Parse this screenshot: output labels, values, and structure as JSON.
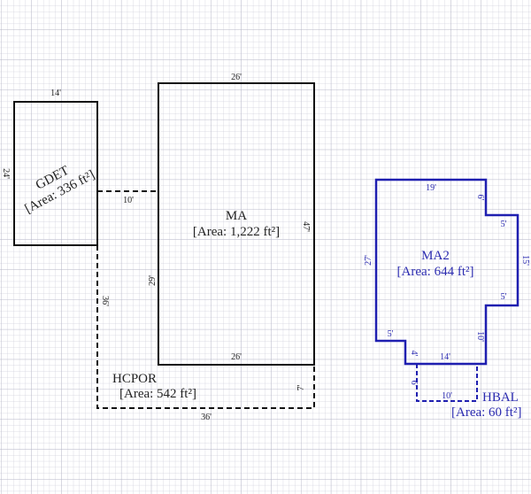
{
  "colors": {
    "main": "#111111",
    "secondary": "#1f1fb0",
    "grid": "#c9c9d6"
  },
  "areas": {
    "gdet": {
      "name": "GDET",
      "area": "[Area: 336 ft²]",
      "dims": {
        "top": "14'",
        "left": "24'",
        "connector": "10'"
      }
    },
    "ma": {
      "name": "MA",
      "area": "[Area: 1,222 ft²]",
      "dims": {
        "top": "26'",
        "right": "47'",
        "left": "29'",
        "bottom": "26'"
      }
    },
    "hcpor": {
      "name": "HCPOR",
      "area": "[Area: 542 ft²]",
      "dims": {
        "left": "36'",
        "bottom": "36'",
        "right": "7'"
      }
    },
    "ma2": {
      "name": "MA2",
      "area": "[Area: 644 ft²]",
      "dims": {
        "top": "19'",
        "right_upper": "6'",
        "step_upper": "5'",
        "right": "15'",
        "step_lower": "5'",
        "right_lower": "10'",
        "bottom": "14'",
        "notch_vertical": "4'",
        "notch_horizontal": "5'",
        "left": "27'"
      }
    },
    "hbal": {
      "name": "HBAL",
      "area": "[Area: 60 ft²]",
      "dims": {
        "left": "6'",
        "bottom": "10'"
      }
    }
  }
}
